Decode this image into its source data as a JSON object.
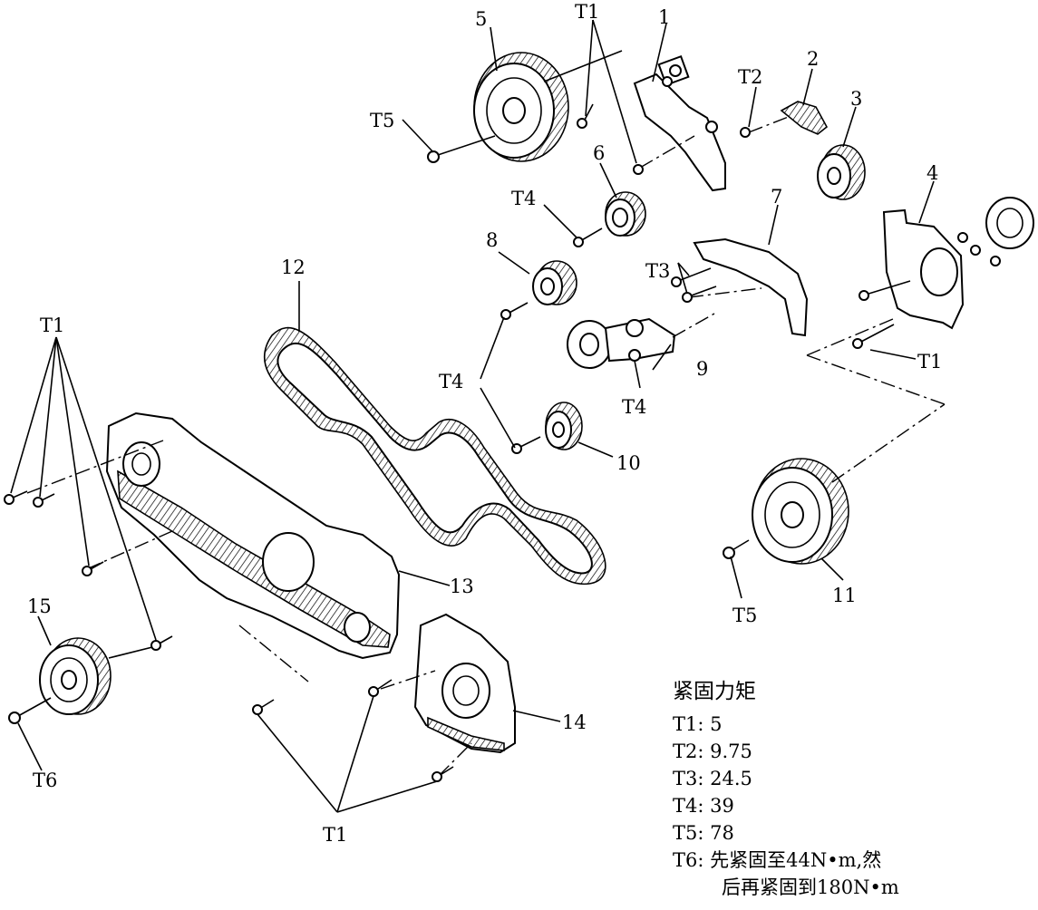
{
  "labels": {
    "p1": "1",
    "p2": "2",
    "p3": "3",
    "p4": "4",
    "p5": "5",
    "p6": "6",
    "p7": "7",
    "p8": "8",
    "p9": "9",
    "p10": "10",
    "p11": "11",
    "p12": "12",
    "p13": "13",
    "p14": "14",
    "p15": "15",
    "t1": "T1",
    "t2": "T2",
    "t3": "T3",
    "t4": "T4",
    "t5": "T5",
    "t6": "T6"
  },
  "legend": {
    "title": "紧固力矩",
    "rows": [
      {
        "code": "T1:",
        "value": "5"
      },
      {
        "code": "T2:",
        "value": "9.75"
      },
      {
        "code": "T3:",
        "value": "24.5"
      },
      {
        "code": "T4:",
        "value": "39"
      },
      {
        "code": "T5:",
        "value": "78"
      },
      {
        "code": "T6:",
        "value": "先紧固至44N•m,然"
      }
    ],
    "continuation": "后再紧固到180N•m"
  }
}
